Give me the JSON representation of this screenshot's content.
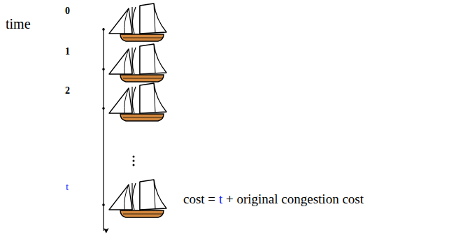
{
  "diagram": {
    "labels": [
      "time",
      "0",
      "1",
      "2",
      "t",
      "cost =",
      "t",
      "+ original congestion cost"
    ]
  }
}
